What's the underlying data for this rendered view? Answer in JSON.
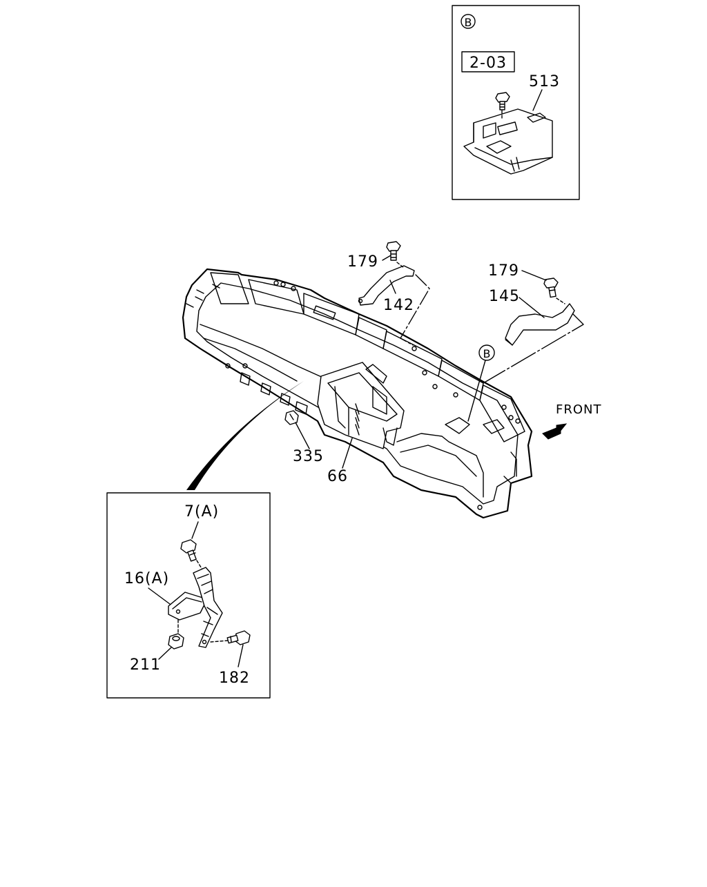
{
  "inset_b": {
    "marker": "B",
    "ref_box": "2-03",
    "part_label": "513"
  },
  "main": {
    "labels": {
      "bolt_left": "179",
      "bracket_left": "142",
      "bolt_right": "179",
      "bracket_right": "145",
      "marker_b": "B",
      "front": "FRONT",
      "clip": "335",
      "center_support": "66"
    }
  },
  "inset_a": {
    "labels": {
      "bolt_top": "7(A)",
      "bracket": "16(A)",
      "nut": "211",
      "bolt_side": "182"
    }
  }
}
